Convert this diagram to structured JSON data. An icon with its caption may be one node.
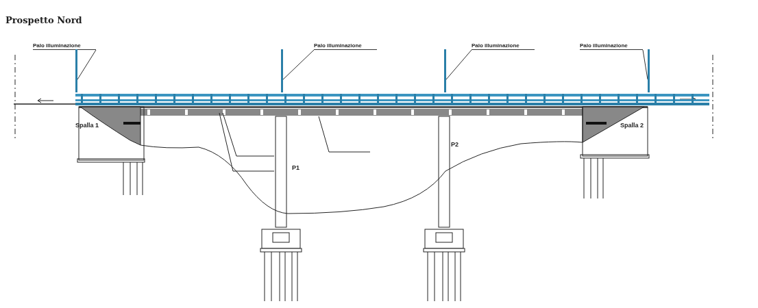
{
  "diagram": {
    "title": "Prospetto Nord",
    "nodes": [
      {
        "text": [
          "Palo illuminazione"
        ]
      },
      {
        "text": [
          "Palo illuminazione"
        ]
      },
      {
        "text": [
          "Palo illuminazione"
        ]
      },
      {
        "text": [
          "Palo illuminazione"
        ]
      },
      {
        "text": [],
        "shape": "bar"
      },
      {
        "text": [],
        "shape": "bar"
      },
      {
        "text": [],
        "shape": "bar"
      },
      {
        "text": [],
        "shape": "bar"
      }
    ],
    "edges": [
      {
        "from": 0,
        "to": 4,
        "arrow": "none"
      },
      {
        "from": 1,
        "to": 5,
        "arrow": "none"
      },
      {
        "from": 2,
        "to": 6,
        "arrow": "none"
      },
      {
        "from": 3,
        "to": 7,
        "arrow": "none"
      }
    ],
    "labels": [
      "Spalla 1",
      "P1",
      "P2",
      "Spalla 2"
    ]
  }
}
